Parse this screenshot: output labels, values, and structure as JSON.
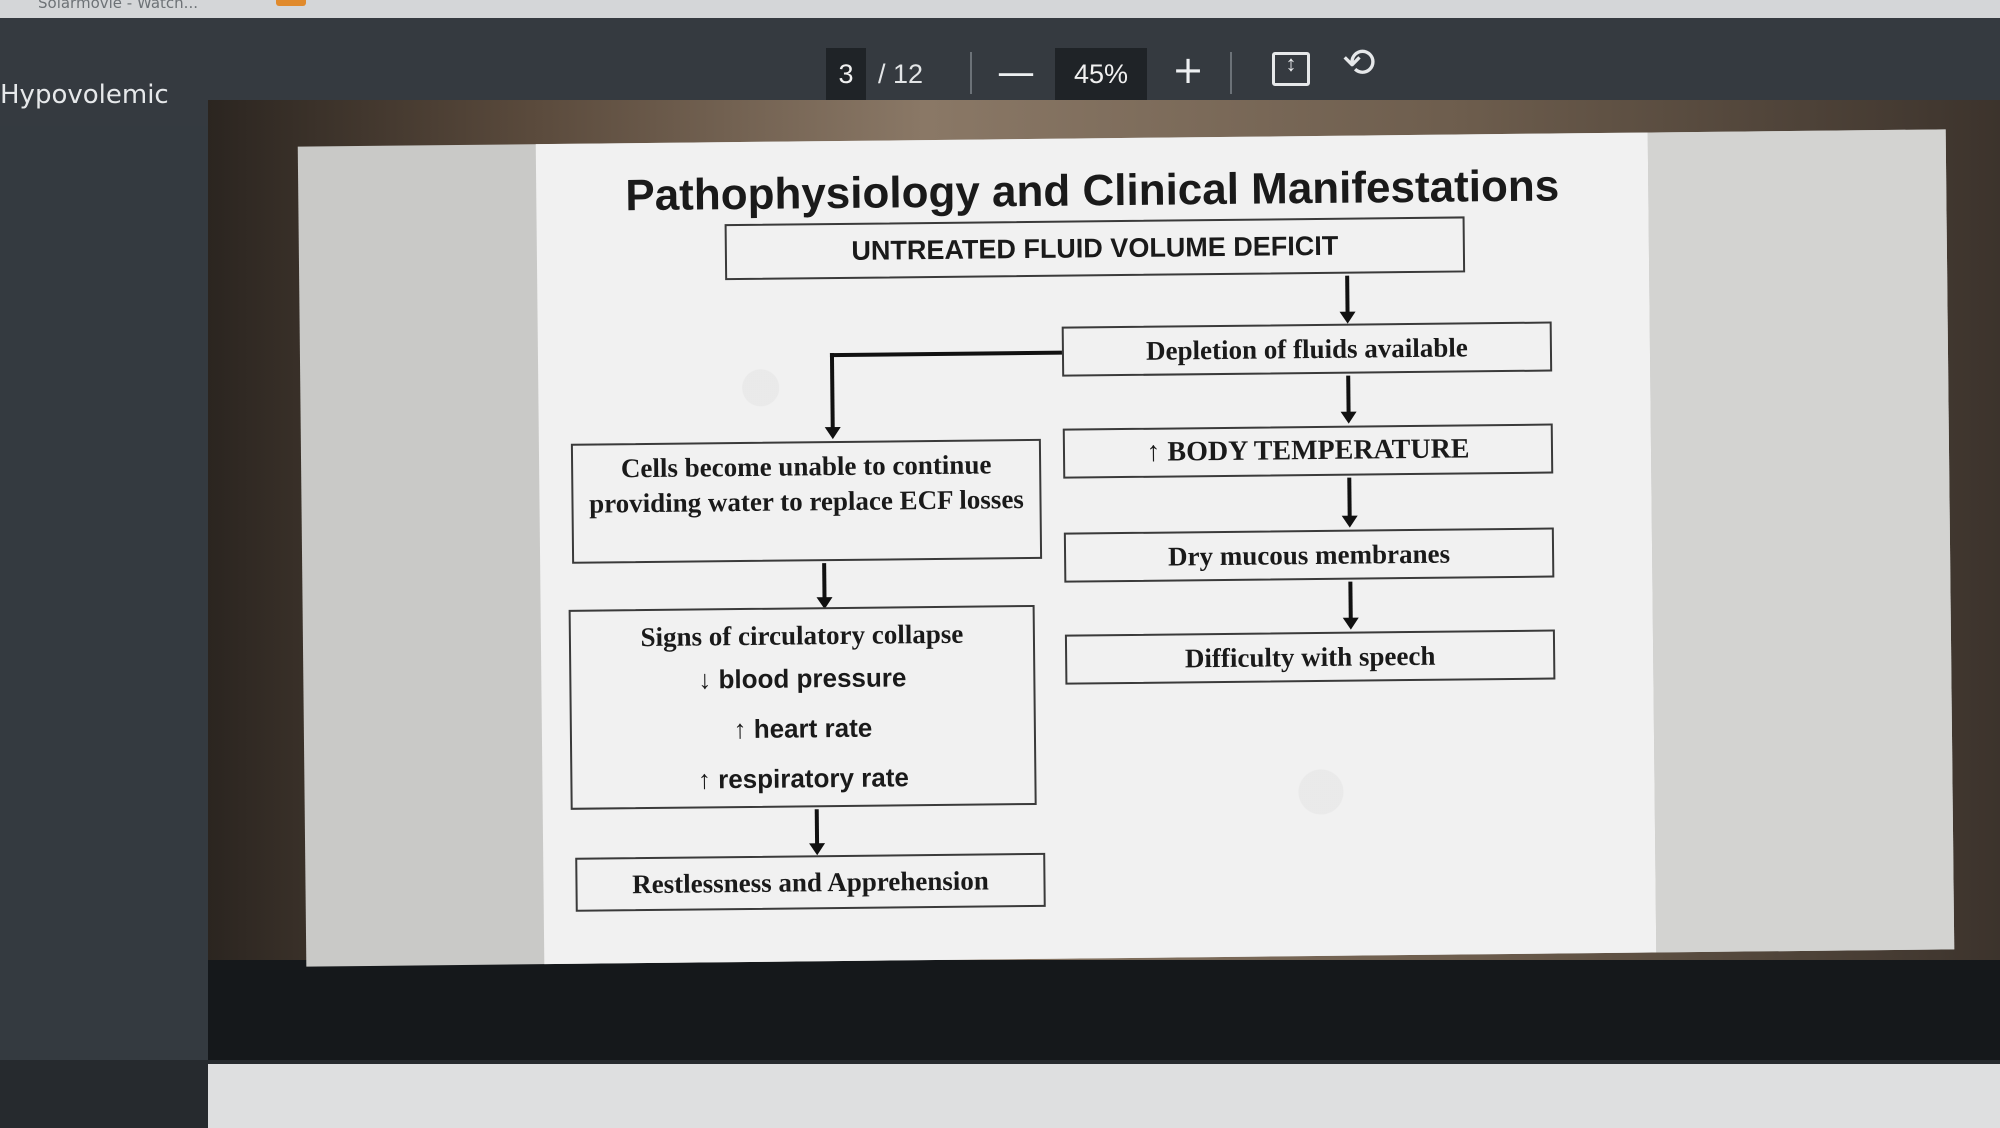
{
  "browser": {
    "tab_text": "Solarmovie - Watch..."
  },
  "toolbar": {
    "doc_title": "Hypovolemic",
    "page_current": "3",
    "page_total": "/ 12",
    "zoom_out_label": "—",
    "zoom_level": "45%",
    "zoom_in_label": "+",
    "fit_icon": "fit-page-icon",
    "rotate_icon": "rotate-icon"
  },
  "slide": {
    "title": "Pathophysiology and Clinical Manifestations",
    "boxes": {
      "untreated": "UNTREATED FLUID VOLUME DEFICIT",
      "depletion": "Depletion of fluids available",
      "body_temp": "↑ BODY TEMPERATURE",
      "dry_mucous": "Dry mucous membranes",
      "speech": "Difficulty with speech",
      "cells": "Cells become unable to continue providing water to replace ECF losses",
      "signs_title": "Signs of circulatory collapse",
      "signs_bp": "↓ blood pressure",
      "signs_hr": "↑ heart rate",
      "signs_rr": "↑ respiratory rate",
      "restless": "Restlessness and Apprehension"
    }
  }
}
